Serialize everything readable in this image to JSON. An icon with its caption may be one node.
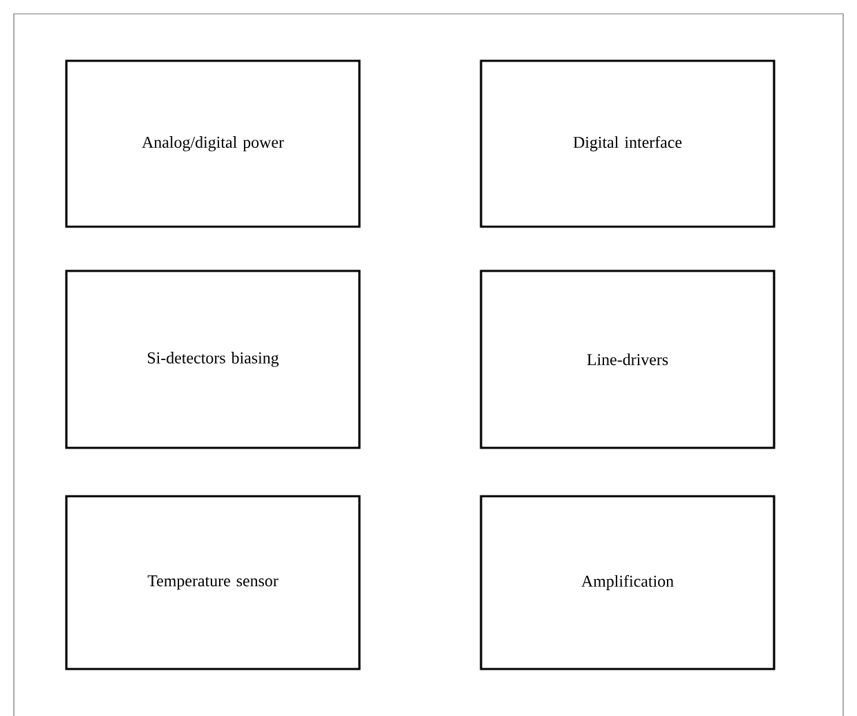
{
  "diagram": {
    "nodes": [
      {
        "text": [
          "Analog/digital power"
        ]
      },
      {
        "text": [
          "Digital interface"
        ]
      },
      {
        "text": [
          "Si-detectors biasing"
        ]
      },
      {
        "text": [
          "Line-drivers"
        ]
      },
      {
        "text": [
          "Temperature sensor"
        ]
      },
      {
        "text": [
          "Amplification"
        ]
      }
    ]
  }
}
